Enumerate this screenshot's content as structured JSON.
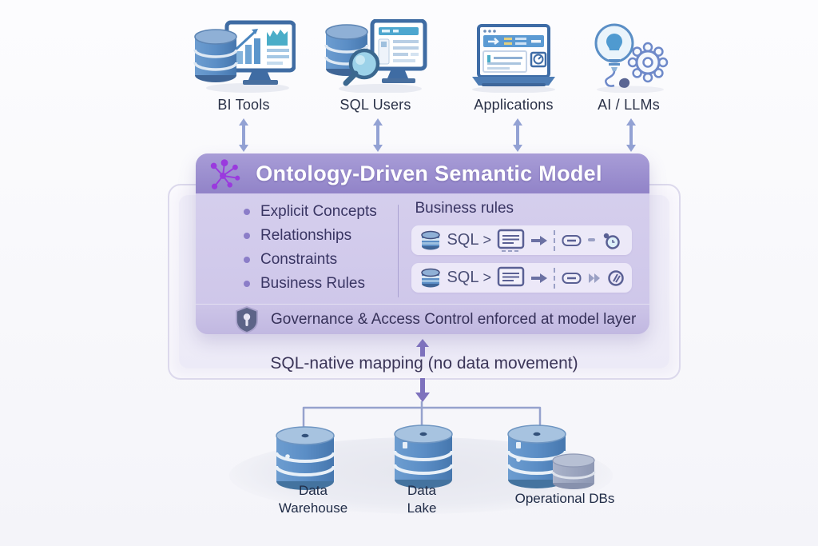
{
  "top_nodes": [
    {
      "label": "BI Tools",
      "icon": "bi-tools-icon"
    },
    {
      "label": "SQL Users",
      "icon": "sql-users-icon"
    },
    {
      "label": "Applications",
      "icon": "applications-icon"
    },
    {
      "label": "AI / LLMs",
      "icon": "ai-llms-icon"
    }
  ],
  "semantic_model": {
    "title": "Ontology-Driven Semantic Model",
    "concepts": [
      "Explicit Concepts",
      "Relationships",
      "Constraints",
      "Business Rules"
    ],
    "business_rules": {
      "heading": "Business rules",
      "rows": [
        {
          "sql": "SQL",
          "op": ">",
          "icons": [
            "database-icon",
            "sql-doc-icon",
            "arrow-right-icon",
            "mapping-pill-icon",
            "dash-icon",
            "gear-clock-icon"
          ]
        },
        {
          "sql": "SQL",
          "op": ">",
          "icons": [
            "database-icon",
            "sql-doc-icon",
            "arrow-right-icon",
            "mapping-pill-icon",
            "double-chevron-icon",
            "slashed-circle-icon"
          ]
        }
      ]
    },
    "governance": {
      "icon": "shield-lock-icon",
      "text": "Governance & Access Control enforced at model layer"
    }
  },
  "mapping": {
    "label": "SQL-native mapping (no data movement)"
  },
  "data_sources": [
    {
      "label": "Data\nWarehouse",
      "icon": "database-cylinder-icon"
    },
    {
      "label": "Data\nLake",
      "icon": "database-cylinder-icon"
    },
    {
      "label": "Operational DBs",
      "icon": "database-cylinder-group-icon"
    }
  ],
  "colors": {
    "header_purple": "#968ACB",
    "panel_lavender": "#D2CBEA",
    "arrow_purple": "#7E72BD",
    "top_arrow_blue": "#93A2D4",
    "connector_blue": "#96A2CD",
    "database_blue": "#5B8EC6",
    "ontology_node_purple": "#9A3ADE",
    "text_dark": "#30304F"
  }
}
